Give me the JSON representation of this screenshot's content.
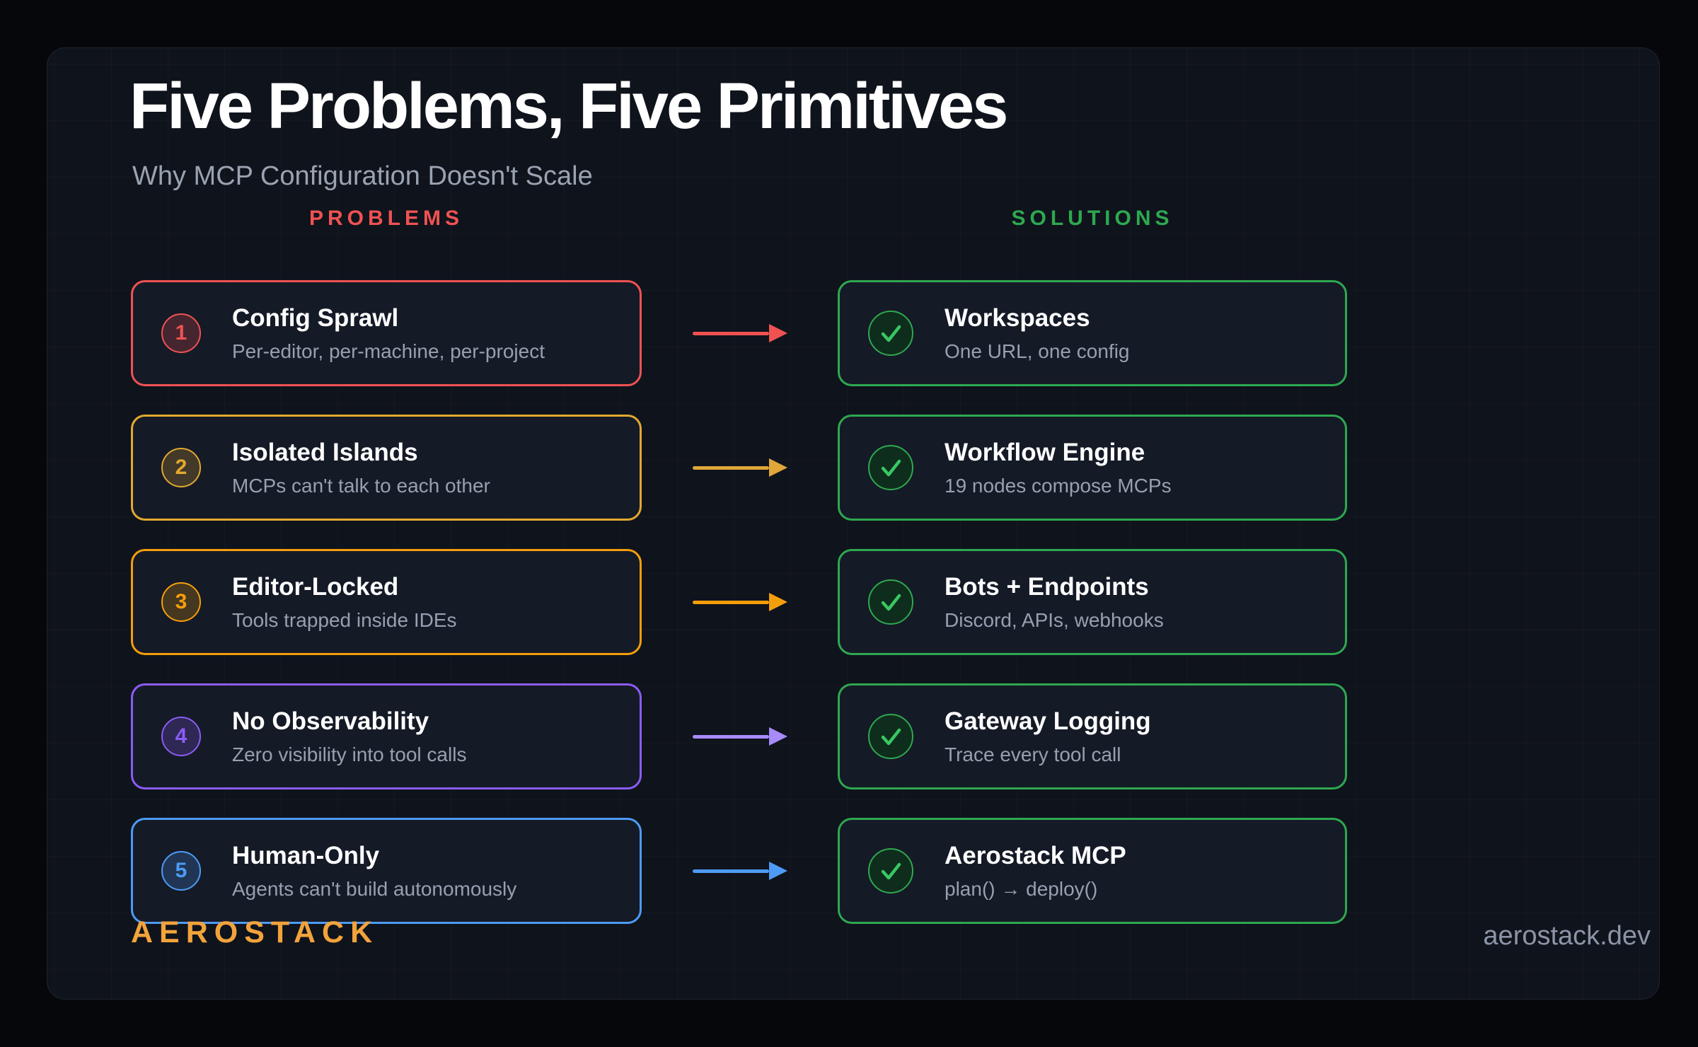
{
  "page": {
    "title": "Five Problems, Five Primitives",
    "subtitle": "Why MCP Configuration Doesn't Scale"
  },
  "columns": {
    "problems_label": "PROBLEMS",
    "solutions_label": "SOLUTIONS"
  },
  "colors": {
    "problems_header": "#f05252",
    "solutions_accent": "#2ea84f",
    "check_mark": "#38c763",
    "brand_orange": "#f2a33c",
    "card_background": "#151a27",
    "panel_background": "#0f131c"
  },
  "icons": {
    "solution_badge": "check-icon",
    "connector": "arrow-right-icon"
  },
  "rows": [
    {
      "number": "1",
      "accent": "#f05252",
      "arrow": "#f05252",
      "problem": {
        "title": "Config Sprawl",
        "desc": "Per-editor, per-machine, per-project"
      },
      "solution": {
        "title": "Workspaces",
        "desc": "One URL, one config"
      }
    },
    {
      "number": "2",
      "accent": "#e3a82f",
      "arrow": "#e0a63a",
      "problem": {
        "title": "Isolated Islands",
        "desc": "MCPs can't talk to each other"
      },
      "solution": {
        "title": "Workflow Engine",
        "desc": "19 nodes compose MCPs"
      }
    },
    {
      "number": "3",
      "accent": "#f59e0b",
      "arrow": "#f59e0b",
      "problem": {
        "title": "Editor-Locked",
        "desc": "Tools trapped inside IDEs"
      },
      "solution": {
        "title": "Bots + Endpoints",
        "desc": "Discord, APIs, webhooks"
      }
    },
    {
      "number": "4",
      "accent": "#8b5cf6",
      "arrow": "#a78bfa",
      "problem": {
        "title": "No Observability",
        "desc": "Zero visibility into tool calls"
      },
      "solution": {
        "title": "Gateway Logging",
        "desc": "Trace every tool call"
      }
    },
    {
      "number": "5",
      "accent": "#4d9bf5",
      "arrow": "#4d9bf5",
      "problem": {
        "title": "Human-Only",
        "desc": "Agents can't build autonomously"
      },
      "solution": {
        "title": "Aerostack MCP",
        "desc": "plan() → deploy()"
      }
    }
  ],
  "footer": {
    "brand": "AEROSTACK",
    "domain": "aerostack.dev"
  }
}
